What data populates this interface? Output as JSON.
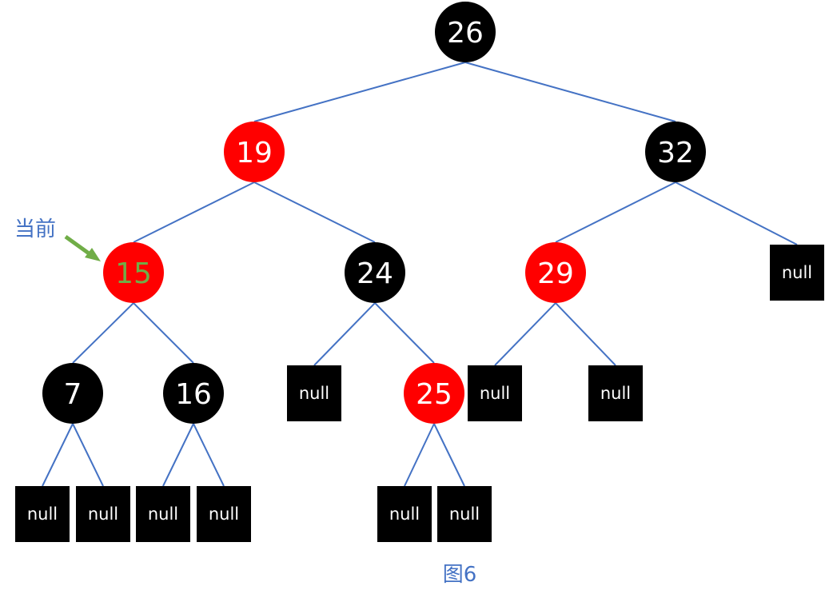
{
  "diagram": {
    "annotation": "当前",
    "caption": "图6",
    "colors": {
      "red": "#ff0000",
      "black": "#000000",
      "edge": "#4472c4",
      "current_text": "#70ad47",
      "annotation": "#4472c4",
      "arrow": "#70ad47"
    },
    "null_label": "null",
    "nodes": [
      {
        "id": "n26",
        "label": "26",
        "color": "black"
      },
      {
        "id": "n19",
        "label": "19",
        "color": "red"
      },
      {
        "id": "n32",
        "label": "32",
        "color": "black"
      },
      {
        "id": "n15",
        "label": "15",
        "color": "red",
        "current": true
      },
      {
        "id": "n24",
        "label": "24",
        "color": "black"
      },
      {
        "id": "n29",
        "label": "29",
        "color": "red"
      },
      {
        "id": "n7",
        "label": "7",
        "color": "black"
      },
      {
        "id": "n16",
        "label": "16",
        "color": "black"
      },
      {
        "id": "n25",
        "label": "25",
        "color": "red"
      }
    ],
    "edges": [
      [
        "n26",
        "n19"
      ],
      [
        "n26",
        "n32"
      ],
      [
        "n19",
        "n15"
      ],
      [
        "n19",
        "n24"
      ],
      [
        "n32",
        "n29"
      ],
      [
        "n32",
        "null-32r"
      ],
      [
        "n15",
        "n7"
      ],
      [
        "n15",
        "n16"
      ],
      [
        "n24",
        "null-24l"
      ],
      [
        "n24",
        "n25"
      ],
      [
        "n29",
        "null-29l"
      ],
      [
        "n29",
        "null-29r"
      ],
      [
        "n7",
        "null-7l"
      ],
      [
        "n7",
        "null-7r"
      ],
      [
        "n16",
        "null-16l"
      ],
      [
        "n16",
        "null-16r"
      ],
      [
        "n25",
        "null-25l"
      ],
      [
        "n25",
        "null-25r"
      ]
    ]
  }
}
